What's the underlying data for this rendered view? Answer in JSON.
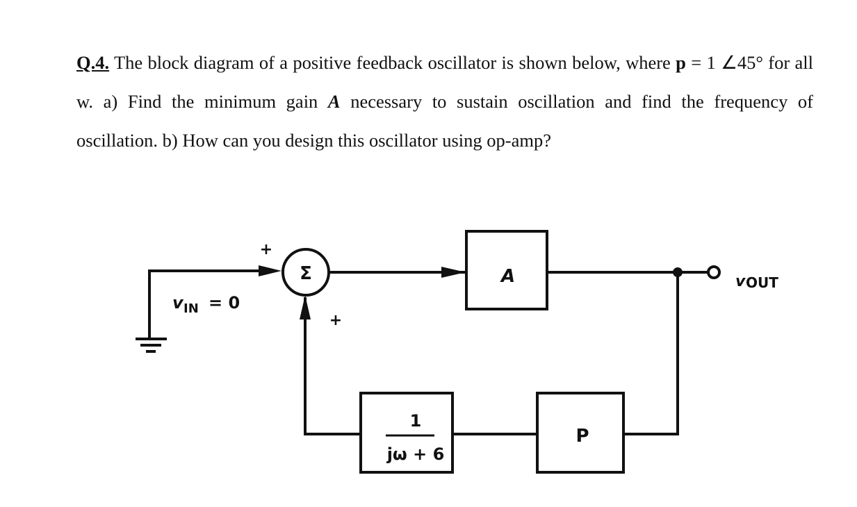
{
  "question": {
    "number": "Q.4.",
    "line1": " The block diagram of a positive feedback oscillator is shown below, where",
    "p_symbol": "p",
    "line2a": " = 1 ∠45° for all w. a) Find the minimum gain ",
    "gain_symbol": "A",
    "line2b": " necessary to sustain oscillation and find the frequency of oscillation. b) How can you design this oscillator using op-amp?"
  },
  "diagram": {
    "input_label": "v",
    "input_sub": "IN",
    "input_value": "= 0",
    "sum_symbol": "Σ",
    "plus_top": "+",
    "plus_bottom": "+",
    "amp_block": "A",
    "filter_num": "1",
    "filter_den": "jω + 6",
    "feedback_block": "P",
    "output_label": "v",
    "output_sub": "OUT"
  }
}
